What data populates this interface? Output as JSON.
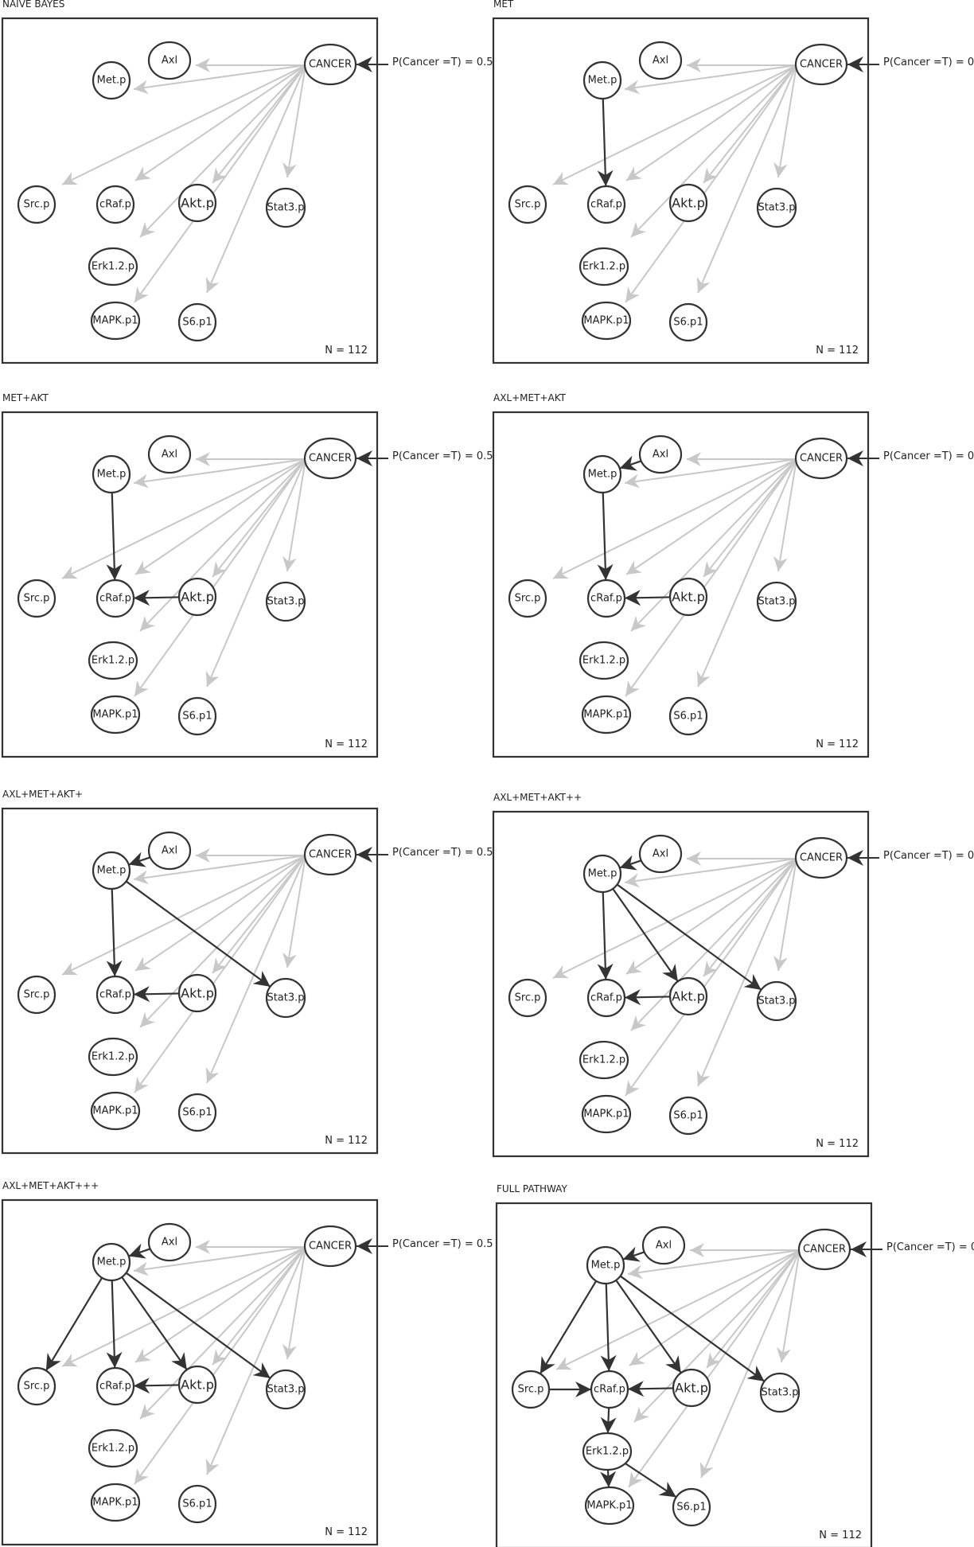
{
  "colors": {
    "frame": "#333333",
    "structural_edge": "#333333",
    "naive_edge": "#c8c8c8",
    "node_stroke": "#333333",
    "node_fill": "#ffffff",
    "text": "#222222"
  },
  "prior_label": "P(Cancer =T) = 0.5",
  "nodes": [
    {
      "id": "cancer",
      "label": "CANCER"
    },
    {
      "id": "axl",
      "label": "Axl"
    },
    {
      "id": "met",
      "label": "Met.p"
    },
    {
      "id": "src",
      "label": "Src.p"
    },
    {
      "id": "craf",
      "label": "cRaf.p"
    },
    {
      "id": "akt",
      "label": "Akt.p"
    },
    {
      "id": "stat3",
      "label": "Stat3.p"
    },
    {
      "id": "erk",
      "label": "Erk1.2.p"
    },
    {
      "id": "mapk",
      "label": "MAPK.p1"
    },
    {
      "id": "s6",
      "label": "S6.p1"
    }
  ],
  "panels": [
    {
      "title": "NAIVE BAYES",
      "n_label": "N = 112",
      "edges": []
    },
    {
      "title": "MET",
      "n_label": "N = 112",
      "edges": [
        [
          "met",
          "craf"
        ]
      ]
    },
    {
      "title": "MET+AKT",
      "n_label": "N = 112",
      "edges": [
        [
          "met",
          "craf"
        ],
        [
          "akt",
          "craf"
        ]
      ]
    },
    {
      "title": "AXL+MET+AKT",
      "n_label": "N = 112",
      "edges": [
        [
          "axl",
          "met"
        ],
        [
          "met",
          "craf"
        ],
        [
          "akt",
          "craf"
        ]
      ]
    },
    {
      "title": "AXL+MET+AKT+",
      "n_label": "N = 112",
      "edges": [
        [
          "axl",
          "met"
        ],
        [
          "met",
          "craf"
        ],
        [
          "met",
          "stat3"
        ],
        [
          "akt",
          "craf"
        ]
      ]
    },
    {
      "title": "AXL+MET+AKT++",
      "n_label": "N = 112",
      "edges": [
        [
          "axl",
          "met"
        ],
        [
          "met",
          "craf"
        ],
        [
          "met",
          "akt"
        ],
        [
          "met",
          "stat3"
        ],
        [
          "akt",
          "craf"
        ]
      ]
    },
    {
      "title": "AXL+MET+AKT+++",
      "n_label": "N = 112",
      "edges": [
        [
          "axl",
          "met"
        ],
        [
          "met",
          "src"
        ],
        [
          "met",
          "craf"
        ],
        [
          "met",
          "akt"
        ],
        [
          "met",
          "stat3"
        ],
        [
          "akt",
          "craf"
        ]
      ]
    },
    {
      "title": "FULL PATHWAY",
      "n_label": "N = 112",
      "edges": [
        [
          "axl",
          "met"
        ],
        [
          "met",
          "src"
        ],
        [
          "met",
          "craf"
        ],
        [
          "met",
          "akt"
        ],
        [
          "met",
          "stat3"
        ],
        [
          "src",
          "craf"
        ],
        [
          "akt",
          "craf"
        ],
        [
          "craf",
          "erk"
        ],
        [
          "erk",
          "mapk"
        ],
        [
          "erk",
          "s6"
        ]
      ]
    }
  ]
}
